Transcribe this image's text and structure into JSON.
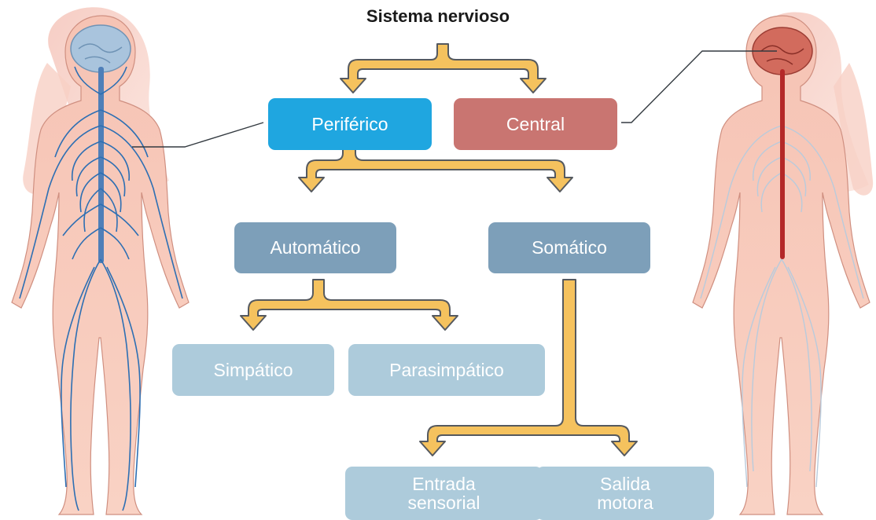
{
  "diagram": {
    "title": "Sistema nervioso",
    "nodes": {
      "periferico": "Periférico",
      "central": "Central",
      "automatico": "Automático",
      "somatico": "Somático",
      "simpatico": "Simpático",
      "parasimpatico": "Parasimpático",
      "entrada_line1": "Entrada",
      "entrada_line2": "sensorial",
      "salida_line1": "Salida",
      "salida_line2": "motora"
    },
    "colors": {
      "periferico": "#1fa6e0",
      "central": "#c97571",
      "second_level": "#7d9fb9",
      "third_level": "#adcbdb",
      "arrow_fill": "#f5c25e",
      "arrow_stroke": "#55595f",
      "nerve_blue": "#2d6fb3",
      "spine_red": "#b42828"
    },
    "icons": [
      "body-peripheral-nerves-figure",
      "body-central-nervous-figure"
    ]
  }
}
